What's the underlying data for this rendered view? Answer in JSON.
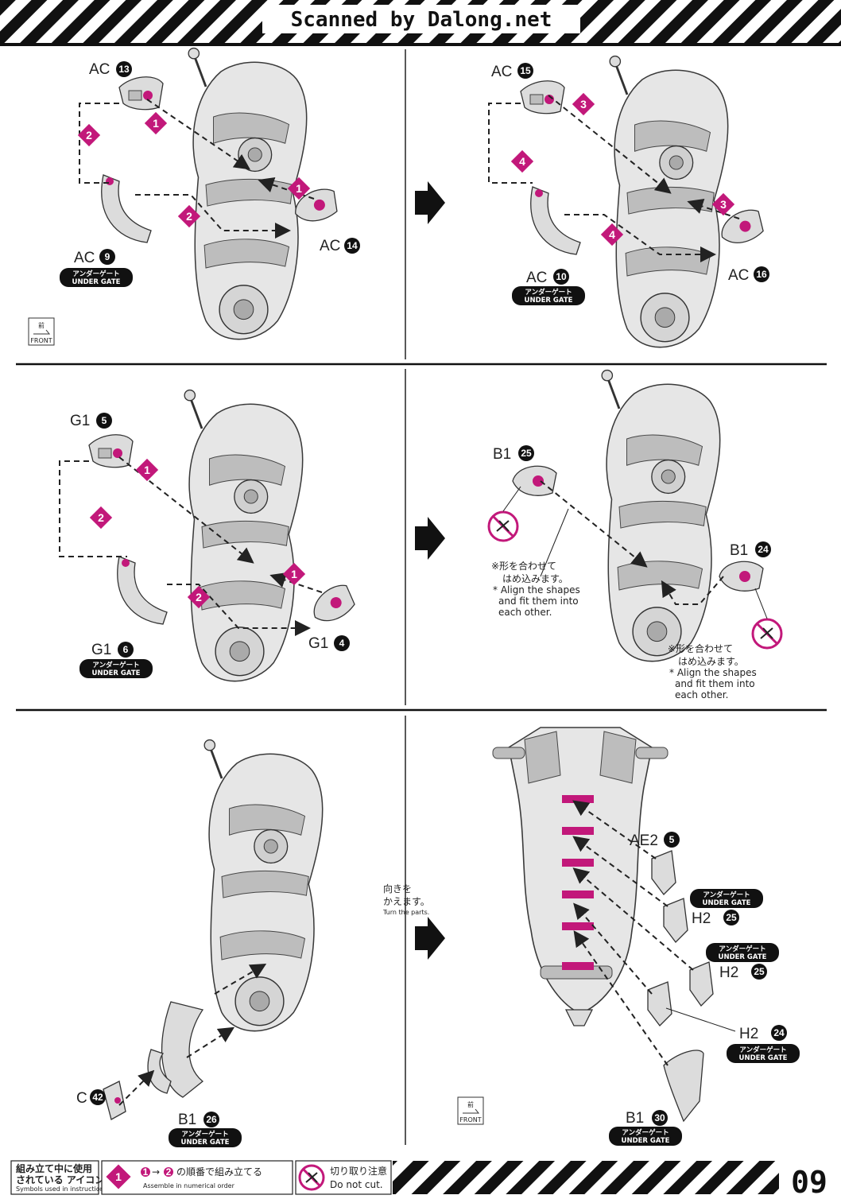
{
  "header": {
    "watermark": "Scanned by Dalong.net"
  },
  "colors": {
    "accent": "#c2187a",
    "ink": "#1a1a1a"
  },
  "common": {
    "under_gate_jp": "アンダーゲート",
    "under_gate_en": "UNDER GATE",
    "front_jp": "前",
    "front_en": "FRONT"
  },
  "panel1": {
    "parts": [
      {
        "runner": "AC",
        "num": "13"
      },
      {
        "runner": "AC",
        "num": "9"
      },
      {
        "runner": "AC",
        "num": "14"
      }
    ],
    "steps": [
      "1",
      "2",
      "1",
      "2"
    ]
  },
  "panel2": {
    "parts": [
      {
        "runner": "AC",
        "num": "15"
      },
      {
        "runner": "AC",
        "num": "10"
      },
      {
        "runner": "AC",
        "num": "16"
      }
    ],
    "steps": [
      "3",
      "4",
      "3",
      "4"
    ]
  },
  "panel3": {
    "parts": [
      {
        "runner": "G1",
        "num": "5"
      },
      {
        "runner": "G1",
        "num": "6"
      },
      {
        "runner": "G1",
        "num": "4"
      }
    ],
    "steps": [
      "1",
      "2",
      "1",
      "2"
    ]
  },
  "panel4": {
    "parts": [
      {
        "runner": "B1",
        "num": "25"
      },
      {
        "runner": "B1",
        "num": "24"
      }
    ],
    "note_jp1": "※形を合わせて",
    "note_jp2": "はめ込みます。",
    "note_en1": "* Align the shapes",
    "note_en2": "and fit them into",
    "note_en3": "each other."
  },
  "panel5": {
    "parts": [
      {
        "runner": "C",
        "num": "42"
      },
      {
        "runner": "B1",
        "num": "26"
      }
    ]
  },
  "panel6": {
    "turn_jp1": "向きを",
    "turn_jp2": "かえます。",
    "turn_en": "Turn the parts.",
    "parts": [
      {
        "runner": "AE2",
        "num": "5"
      },
      {
        "runner": "H2",
        "num": "25"
      },
      {
        "runner": "H2",
        "num": "25"
      },
      {
        "runner": "H2",
        "num": "24"
      },
      {
        "runner": "B1",
        "num": "30"
      }
    ]
  },
  "footer": {
    "legend_title_jp1": "組み立て中に使用",
    "legend_title_jp2": "されている アイコン",
    "legend_title_en": "Symbols used in instructions",
    "order_jp": "の順番で組み立てる",
    "order_en": "Assemble in numerical order",
    "nocut_jp": "切り取り注意",
    "nocut_en": "Do not cut.",
    "page_number": "09"
  }
}
